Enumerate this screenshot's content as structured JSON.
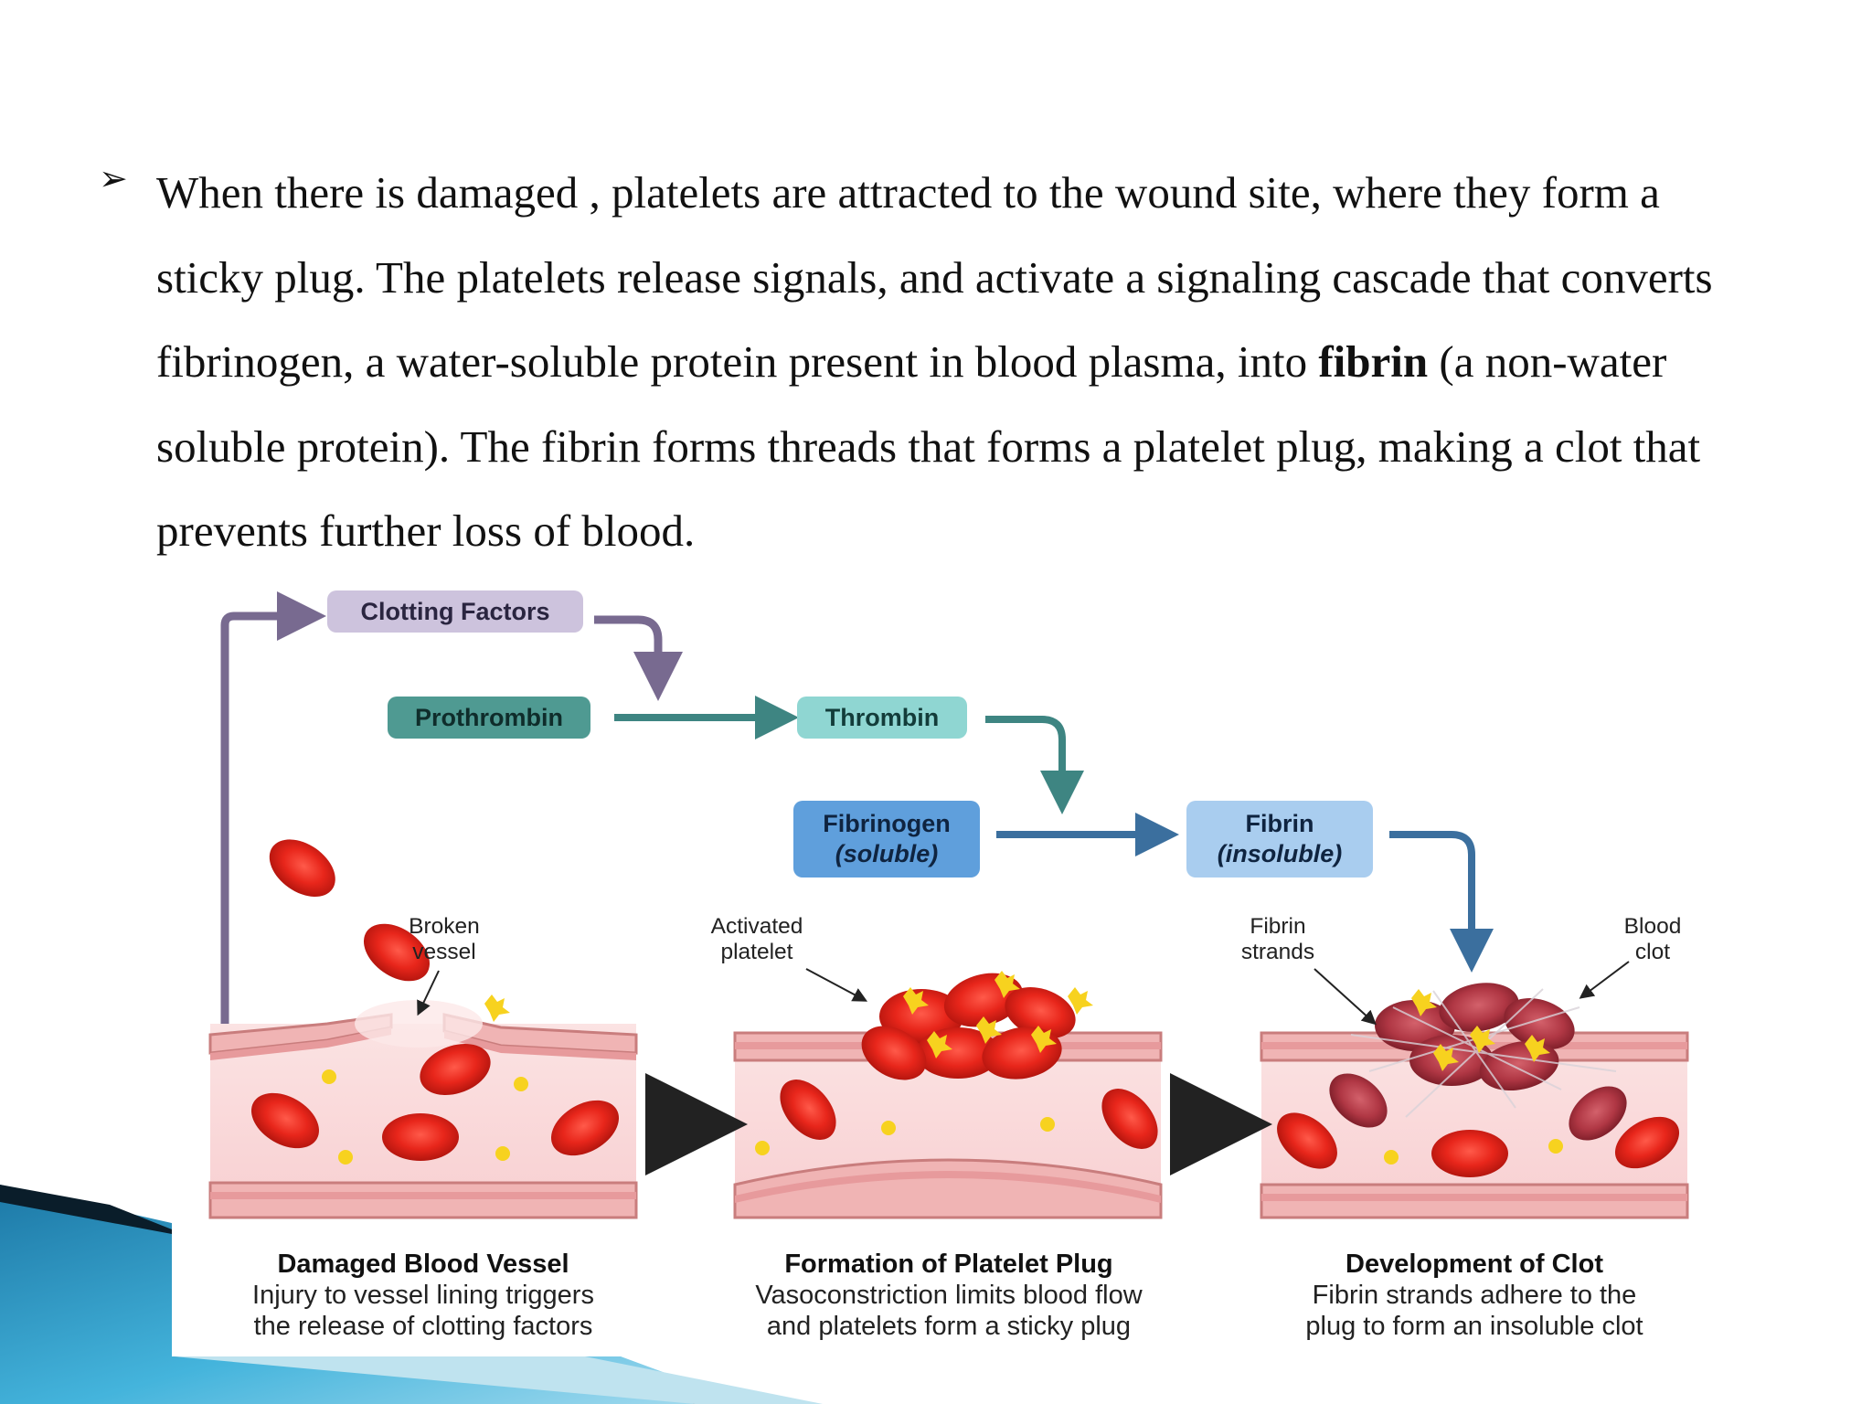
{
  "bullet": {
    "marker": "➢",
    "part1": "When there is damaged , platelets are attracted to the wound site, where they form a sticky plug. The platelets release signals, and activate a signaling cascade that converts fibrinogen, a water-soluble protein present in blood plasma, into ",
    "bold": "fibrin",
    "part2": " (a non-water soluble protein). The fibrin forms threads that forms a platelet plug, making a clot that prevents further loss of blood."
  },
  "cascade": {
    "clotting_factors": "Clotting Factors",
    "prothrombin": "Prothrombin",
    "thrombin": "Thrombin",
    "fibrinogen": "Fibrinogen",
    "fibrinogen_state": "(soluble)",
    "fibrin": "Fibrin",
    "fibrin_state": "(insoluble)"
  },
  "callouts": {
    "broken_vessel": [
      "Broken",
      "vessel"
    ],
    "activated_platelet": [
      "Activated",
      "platelet"
    ],
    "fibrin_strands": [
      "Fibrin",
      "strands"
    ],
    "blood_clot": [
      "Blood",
      "clot"
    ]
  },
  "stages": [
    {
      "title": "Damaged Blood Vessel",
      "line1": "Injury to vessel lining triggers",
      "line2": "the release of clotting factors"
    },
    {
      "title": "Formation of Platelet Plug",
      "line1": "Vasoconstriction limits blood flow",
      "line2": "and platelets form a sticky plug"
    },
    {
      "title": "Development of Clot",
      "line1": "Fibrin strands adhere to the",
      "line2": "plug to form an insoluble clot"
    }
  ],
  "colors": {
    "clotting_factors": "#cdc3dd",
    "prothrombin": "#4f9a92",
    "thrombin": "#8fd6d2",
    "fibrinogen": "#5f9fdc",
    "fibrin": "#a9cdef",
    "arrow_purple": "#786a90",
    "arrow_teal": "#3e8582",
    "arrow_blue": "#3b6f9e",
    "vessel": "#f6c6c6",
    "blood_cell": "#e3251b",
    "platelet": "#f7d21f",
    "clot_cell": "#b83a45"
  }
}
